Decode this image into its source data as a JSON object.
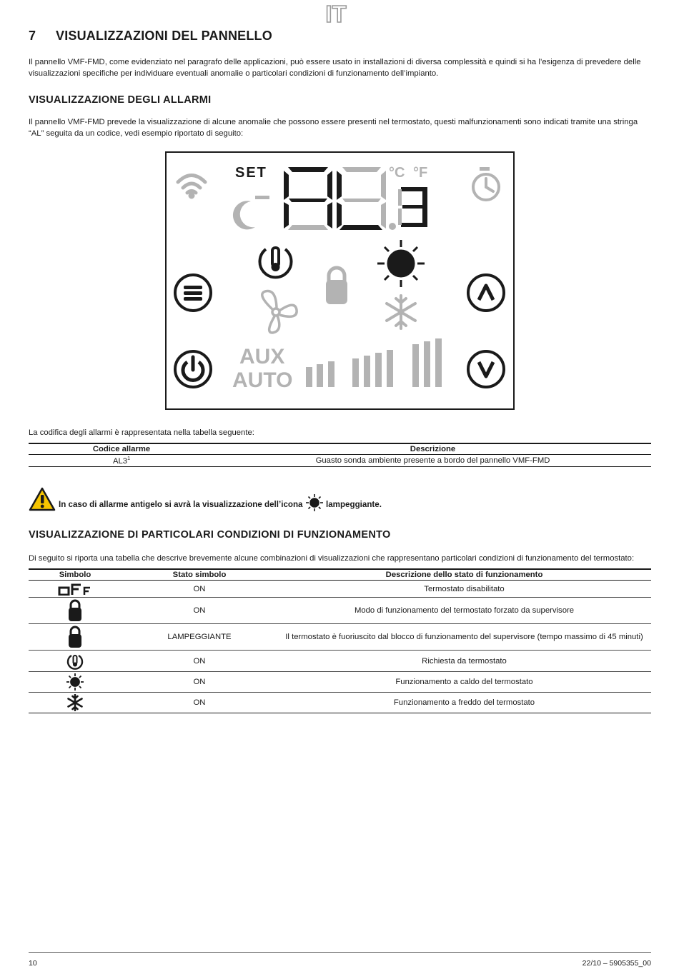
{
  "language_tag": "IT",
  "section": {
    "number": "7",
    "title": "VISUALIZZAZIONI DEL PANNELLO",
    "intro": "Il pannello VMF-FMD, come evidenziato nel paragrafo delle applicazioni, può essere usato in installazioni di diversa complessità e quindi si ha l’esigenza di prevedere delle visualizzazioni specifiche per individuare eventuali anomalie o particolari condizioni di funzionamento dell’impianto."
  },
  "alarms": {
    "title": "VISUALIZZAZIONE DEGLI ALLARMI",
    "intro": "Il pannello VMF-FMD prevede la visualizzazione di alcune anomalie che possono essere presenti nel termostato, questi malfunzionamenti sono indicati tramite una stringa “AL” seguita da un codice, vedi esempio riportato di seguito:",
    "display": {
      "set_label": "SET",
      "unit_c": "°C",
      "unit_f": "°F",
      "aux_label": "AUX",
      "auto_label": "AUTO",
      "digits": "AL.3"
    },
    "table_intro": "La codifica degli allarmi è rappresentata nella tabella seguente:",
    "table_headers": [
      "Codice allarme",
      "Descrizione"
    ],
    "rows": [
      {
        "code": "AL3",
        "footnote": "1",
        "description": "Guasto sonda ambiente presente a bordo del pannello VMF-FMD"
      }
    ],
    "warning_before": "In caso di allarme antigelo si avrà la visualizzazione dell’icona",
    "warning_after": "lampeggiante."
  },
  "conditions": {
    "title": "VISUALIZZAZIONE DI PARTICOLARI CONDIZIONI DI FUNZIONAMENTO",
    "intro": "Di seguito si riporta una tabella che descrive brevemente alcune combinazioni di visualizzazioni che rappresentano particolari condizioni di funzionamento del termostato:",
    "table_headers": [
      "Simbolo",
      "Stato simbolo",
      "Descrizione dello stato di funzionamento"
    ],
    "rows": [
      {
        "icon": "off-icon",
        "state": "ON",
        "description": "Termostato disabilitato"
      },
      {
        "icon": "lock-icon",
        "state": "ON",
        "description": "Modo di funzionamento del termostato forzato da supervisore"
      },
      {
        "icon": "lock-icon",
        "state": "LAMPEGGIANTE",
        "description": "Il termostato è fuoriuscito dal blocco di funzionamento del supervisore (tempo massimo di 45 minuti)"
      },
      {
        "icon": "thermostat-request-icon",
        "state": "ON",
        "description": "Richiesta da termostato"
      },
      {
        "icon": "sun-icon",
        "state": "ON",
        "description": "Funzionamento a caldo del termostato"
      },
      {
        "icon": "snowflake-icon",
        "state": "ON",
        "description": "Funzionamento a freddo del termostato"
      }
    ]
  },
  "footer": {
    "page_number": "10",
    "doc_code": "22/10 – 5905355_00"
  }
}
